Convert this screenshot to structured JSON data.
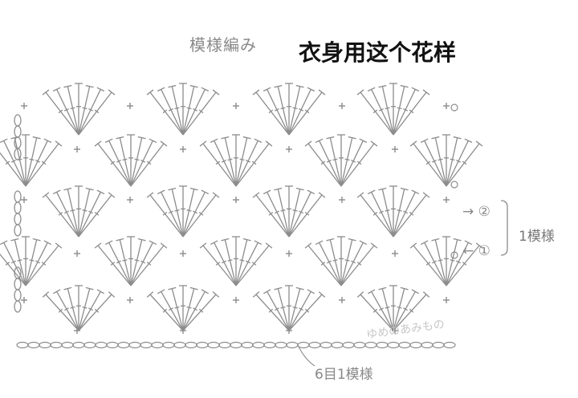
{
  "title_jp": "模様編み",
  "title_cn": "衣身用这个花样",
  "row_markers": {
    "row2": "→ ②",
    "row1": "← ①"
  },
  "repeat_label": "1模様",
  "bottom_label": "6目1模様",
  "watermark": "ゆめのあみもの",
  "colors": {
    "stroke": "#8c8c8c",
    "text_dark": "#111111",
    "text_gray": "#888888"
  },
  "icons": [
    "fan-motif-icon",
    "single-crochet-icon",
    "chain-icon",
    "turning-chain-icon"
  ]
}
